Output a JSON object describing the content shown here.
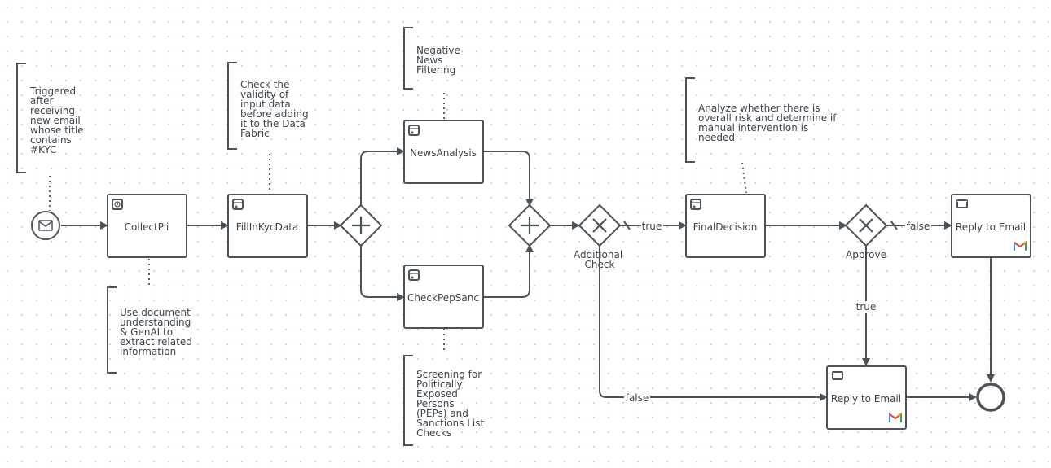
{
  "events": {
    "start_icon": "envelope-icon",
    "end_icon": "end-circle-icon"
  },
  "annotations": {
    "trigger": [
      "Triggered",
      "after",
      "receiving",
      "new email",
      "whose title",
      "contains",
      "#KYC"
    ],
    "validity": [
      "Check the",
      "validity of",
      "input data",
      "before adding",
      "it to the Data",
      "Fabric"
    ],
    "document": [
      "Use document",
      "understanding",
      "& GenAI to",
      "extract related",
      "information"
    ],
    "negative_news": [
      "Negative",
      "News",
      "Filtering"
    ],
    "screening": [
      "Screening for",
      "Politically",
      "Exposed",
      "Persons",
      "(PEPs) and",
      "Sanctions List",
      "Checks"
    ],
    "analyze": [
      "Analyze whether there is",
      "overall risk and determine if",
      "manual intervention is",
      "needed"
    ]
  },
  "tasks": {
    "collect_pii": {
      "label": "CollectPii",
      "icon": "gear-task-icon"
    },
    "fill_in_kyc": {
      "label": "FillInKycData",
      "icon": "ai-task-icon"
    },
    "news_analysis": {
      "label": "NewsAnalysis",
      "icon": "ai-task-icon"
    },
    "check_pep": {
      "label": "CheckPepSanc",
      "icon": "ai-task-icon"
    },
    "final_decision": {
      "label": "FinalDecision",
      "icon": "ai-task-icon"
    },
    "reply_email_top": {
      "label": "Reply to Email",
      "icon": "envelope-icon",
      "brand_icon": "gmail-icon"
    },
    "reply_email_bottom": {
      "label": "Reply to Email",
      "icon": "envelope-icon",
      "brand_icon": "gmail-icon"
    }
  },
  "gateways": {
    "additional_check": {
      "label": [
        "Additional",
        "Check"
      ],
      "type": "exclusive"
    },
    "approve": {
      "label": "Approve",
      "type": "exclusive"
    },
    "split": {
      "type": "parallel"
    },
    "join": {
      "type": "parallel"
    }
  },
  "flow_labels": {
    "check_true": "true",
    "check_false": "false",
    "approve_false": "false",
    "approve_true": "true"
  },
  "colors": {
    "stroke": "#4b5258",
    "text": "#3c444b",
    "dot_grid": "#d3d7db",
    "gmail_red": "#ea4335",
    "gmail_blue": "#4285f4",
    "gmail_green": "#34a853",
    "gmail_yellow": "#fbbc04"
  }
}
